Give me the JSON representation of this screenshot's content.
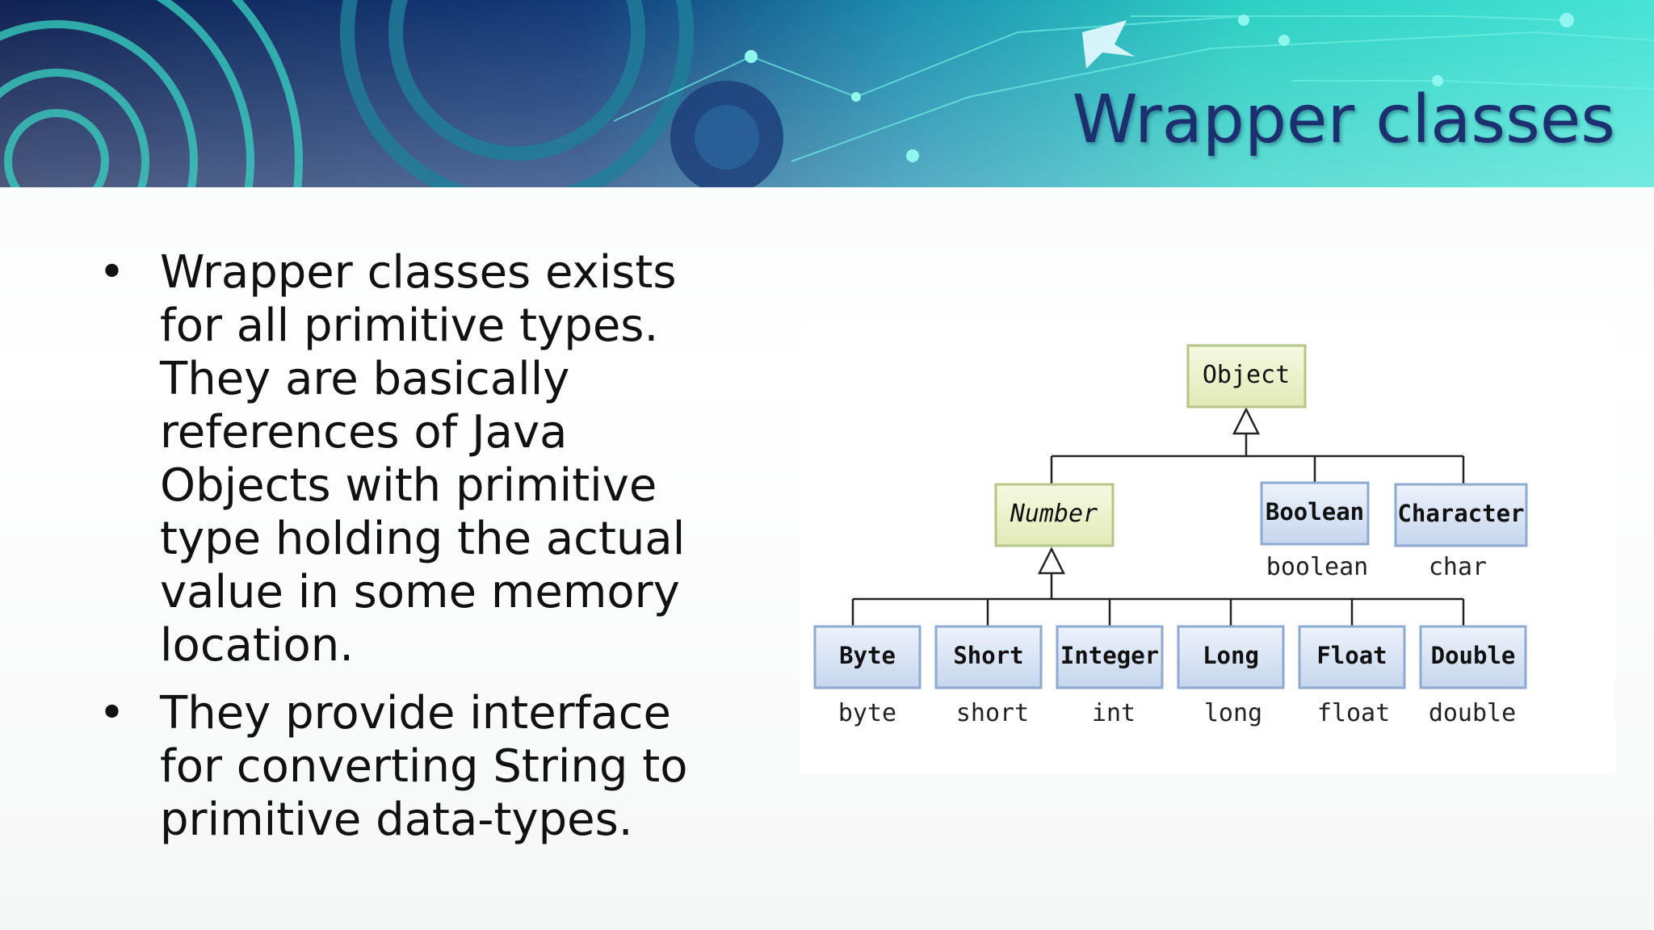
{
  "title": "Wrapper classes",
  "bullets": [
    "Wrapper classes exists for all primitive types. They are basically references of Java Objects with primitive type holding the actual value in some memory location.",
    "They provide interface for converting String to primitive data-types."
  ],
  "diagram": {
    "root": {
      "name": "Object"
    },
    "level1": [
      {
        "name": "Number",
        "primitive": ""
      },
      {
        "name": "Boolean",
        "primitive": "boolean"
      },
      {
        "name": "Character",
        "primitive": "char"
      }
    ],
    "number_children": [
      {
        "name": "Byte",
        "primitive": "byte"
      },
      {
        "name": "Short",
        "primitive": "short"
      },
      {
        "name": "Integer",
        "primitive": "int"
      },
      {
        "name": "Long",
        "primitive": "long"
      },
      {
        "name": "Float",
        "primitive": "float"
      },
      {
        "name": "Double",
        "primitive": "double"
      }
    ]
  },
  "colors": {
    "banner_dark": "#13265e",
    "banner_teal": "#2fd8c9",
    "title": "#1c2f6e",
    "class_box_green": "#eef3cf",
    "class_box_blue": "#d6e2f4"
  }
}
